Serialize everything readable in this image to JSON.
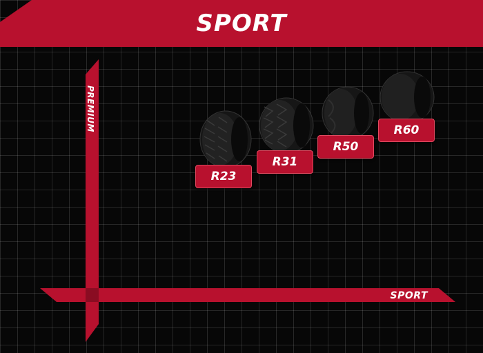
{
  "header": {
    "title": "SPORT"
  },
  "axes": {
    "y_label": "PREMIUM",
    "x_label": "SPORT"
  },
  "colors": {
    "accent": "#b8112e",
    "grid": "#2a2a2a",
    "background": "#070707"
  },
  "tires": [
    {
      "name": "R23",
      "icon": "r23-tire-icon"
    },
    {
      "name": "R31",
      "icon": "r31-tire-icon"
    },
    {
      "name": "R50",
      "icon": "r50-tire-icon"
    },
    {
      "name": "R60",
      "icon": "r60-tire-icon"
    }
  ]
}
